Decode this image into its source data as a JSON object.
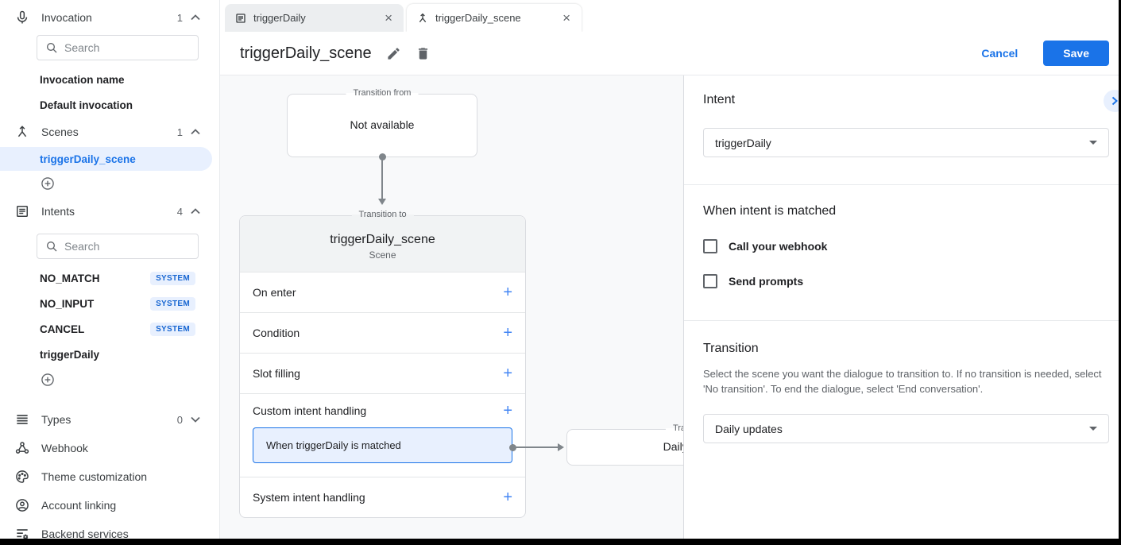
{
  "colors": {
    "accent": "#1a73e8",
    "accent_light": "#e8f0fe",
    "badge_text": "#1967d2",
    "canvas_bg": "#f8f9fa"
  },
  "icons": {
    "plus": "+",
    "close": "×"
  },
  "sidebar": {
    "invocation": {
      "label": "Invocation",
      "count": "1",
      "search_placeholder": "Search",
      "items": [
        {
          "label": "Invocation name"
        },
        {
          "label": "Default invocation"
        }
      ]
    },
    "scenes": {
      "label": "Scenes",
      "count": "1",
      "selected_item": "triggerDaily_scene"
    },
    "intents": {
      "label": "Intents",
      "count": "4",
      "search_placeholder": "Search",
      "items": [
        {
          "name": "NO_MATCH",
          "badge": "SYSTEM"
        },
        {
          "name": "NO_INPUT",
          "badge": "SYSTEM"
        },
        {
          "name": "CANCEL",
          "badge": "SYSTEM"
        },
        {
          "name": "triggerDaily",
          "badge": ""
        }
      ]
    },
    "types": {
      "label": "Types",
      "count": "0"
    },
    "nav": [
      {
        "label": "Webhook",
        "icon": "webhook-icon"
      },
      {
        "label": "Theme customization",
        "icon": "palette-icon"
      },
      {
        "label": "Account linking",
        "icon": "account-icon"
      },
      {
        "label": "Backend services",
        "icon": "backend-services-icon"
      }
    ]
  },
  "tabs": [
    {
      "label": "triggerDaily",
      "icon": "intent-icon",
      "active": false
    },
    {
      "label": "triggerDaily_scene",
      "icon": "scene-icon",
      "active": true
    }
  ],
  "header": {
    "title": "triggerDaily_scene",
    "cancel_label": "Cancel",
    "save_label": "Save"
  },
  "canvas": {
    "transition_from": {
      "legend": "Transition from",
      "body": "Not available"
    },
    "transition_to": {
      "legend": "Transition to",
      "title": "triggerDaily_scene",
      "subtitle": "Scene",
      "rows": [
        "On enter",
        "Condition",
        "Slot filling",
        "Custom intent handling",
        "System intent handling"
      ],
      "handler": "When triggerDaily is matched"
    },
    "next_scene": {
      "legend": "Transition to",
      "body": "Daily updates"
    }
  },
  "panel": {
    "intent": {
      "heading": "Intent",
      "value": "triggerDaily"
    },
    "matched": {
      "heading": "When intent is matched",
      "checkboxes": [
        {
          "label": "Call your webhook",
          "checked": false
        },
        {
          "label": "Send prompts",
          "checked": false
        }
      ]
    },
    "transition": {
      "heading": "Transition",
      "description": "Select the scene you want the dialogue to transition to. If no transition is needed, select 'No transition'. To end the dialogue, select 'End conversation'.",
      "value": "Daily updates"
    }
  }
}
